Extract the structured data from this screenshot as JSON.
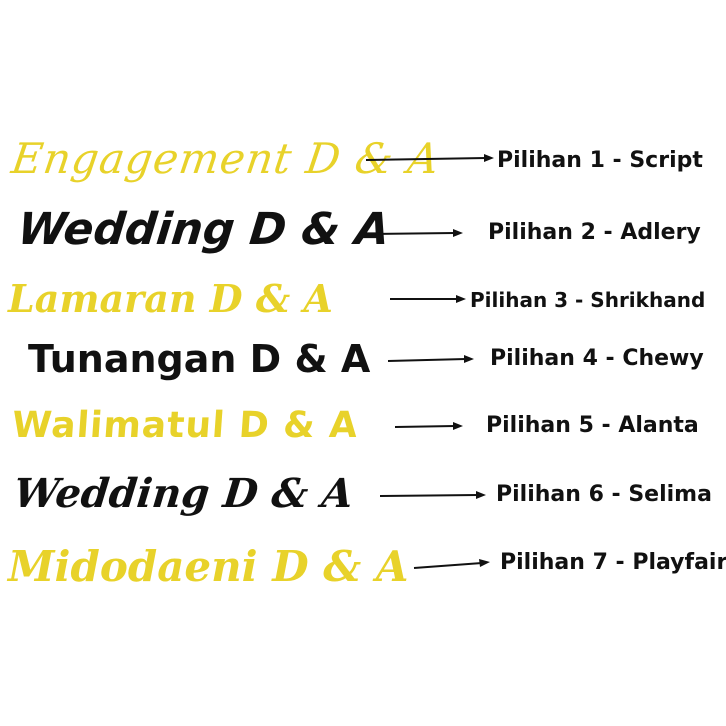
{
  "colors": {
    "yellow": "#e8d22a",
    "black": "#111111",
    "arrow": "#111111"
  },
  "items": [
    {
      "sample": "Engagement D & A",
      "color": "yellow",
      "label": "Pilihan 1 - Script"
    },
    {
      "sample": "Wedding D & A",
      "color": "black",
      "label": "Pilihan 2 - Adlery"
    },
    {
      "sample": "Lamaran D & A",
      "color": "yellow",
      "label": "Pilihan 3 - Shrikhand"
    },
    {
      "sample": "Tunangan D & A",
      "color": "black",
      "label": "Pilihan 4 - Chewy"
    },
    {
      "sample": "Walimatul D & A",
      "color": "yellow",
      "label": "Pilihan 5 - Alanta"
    },
    {
      "sample": "Wedding D & A",
      "color": "black",
      "label": "Pilihan 6 - Selima"
    },
    {
      "sample": "Midodaeni D & A",
      "color": "yellow",
      "label": "Pilihan 7 - Playfair"
    }
  ]
}
